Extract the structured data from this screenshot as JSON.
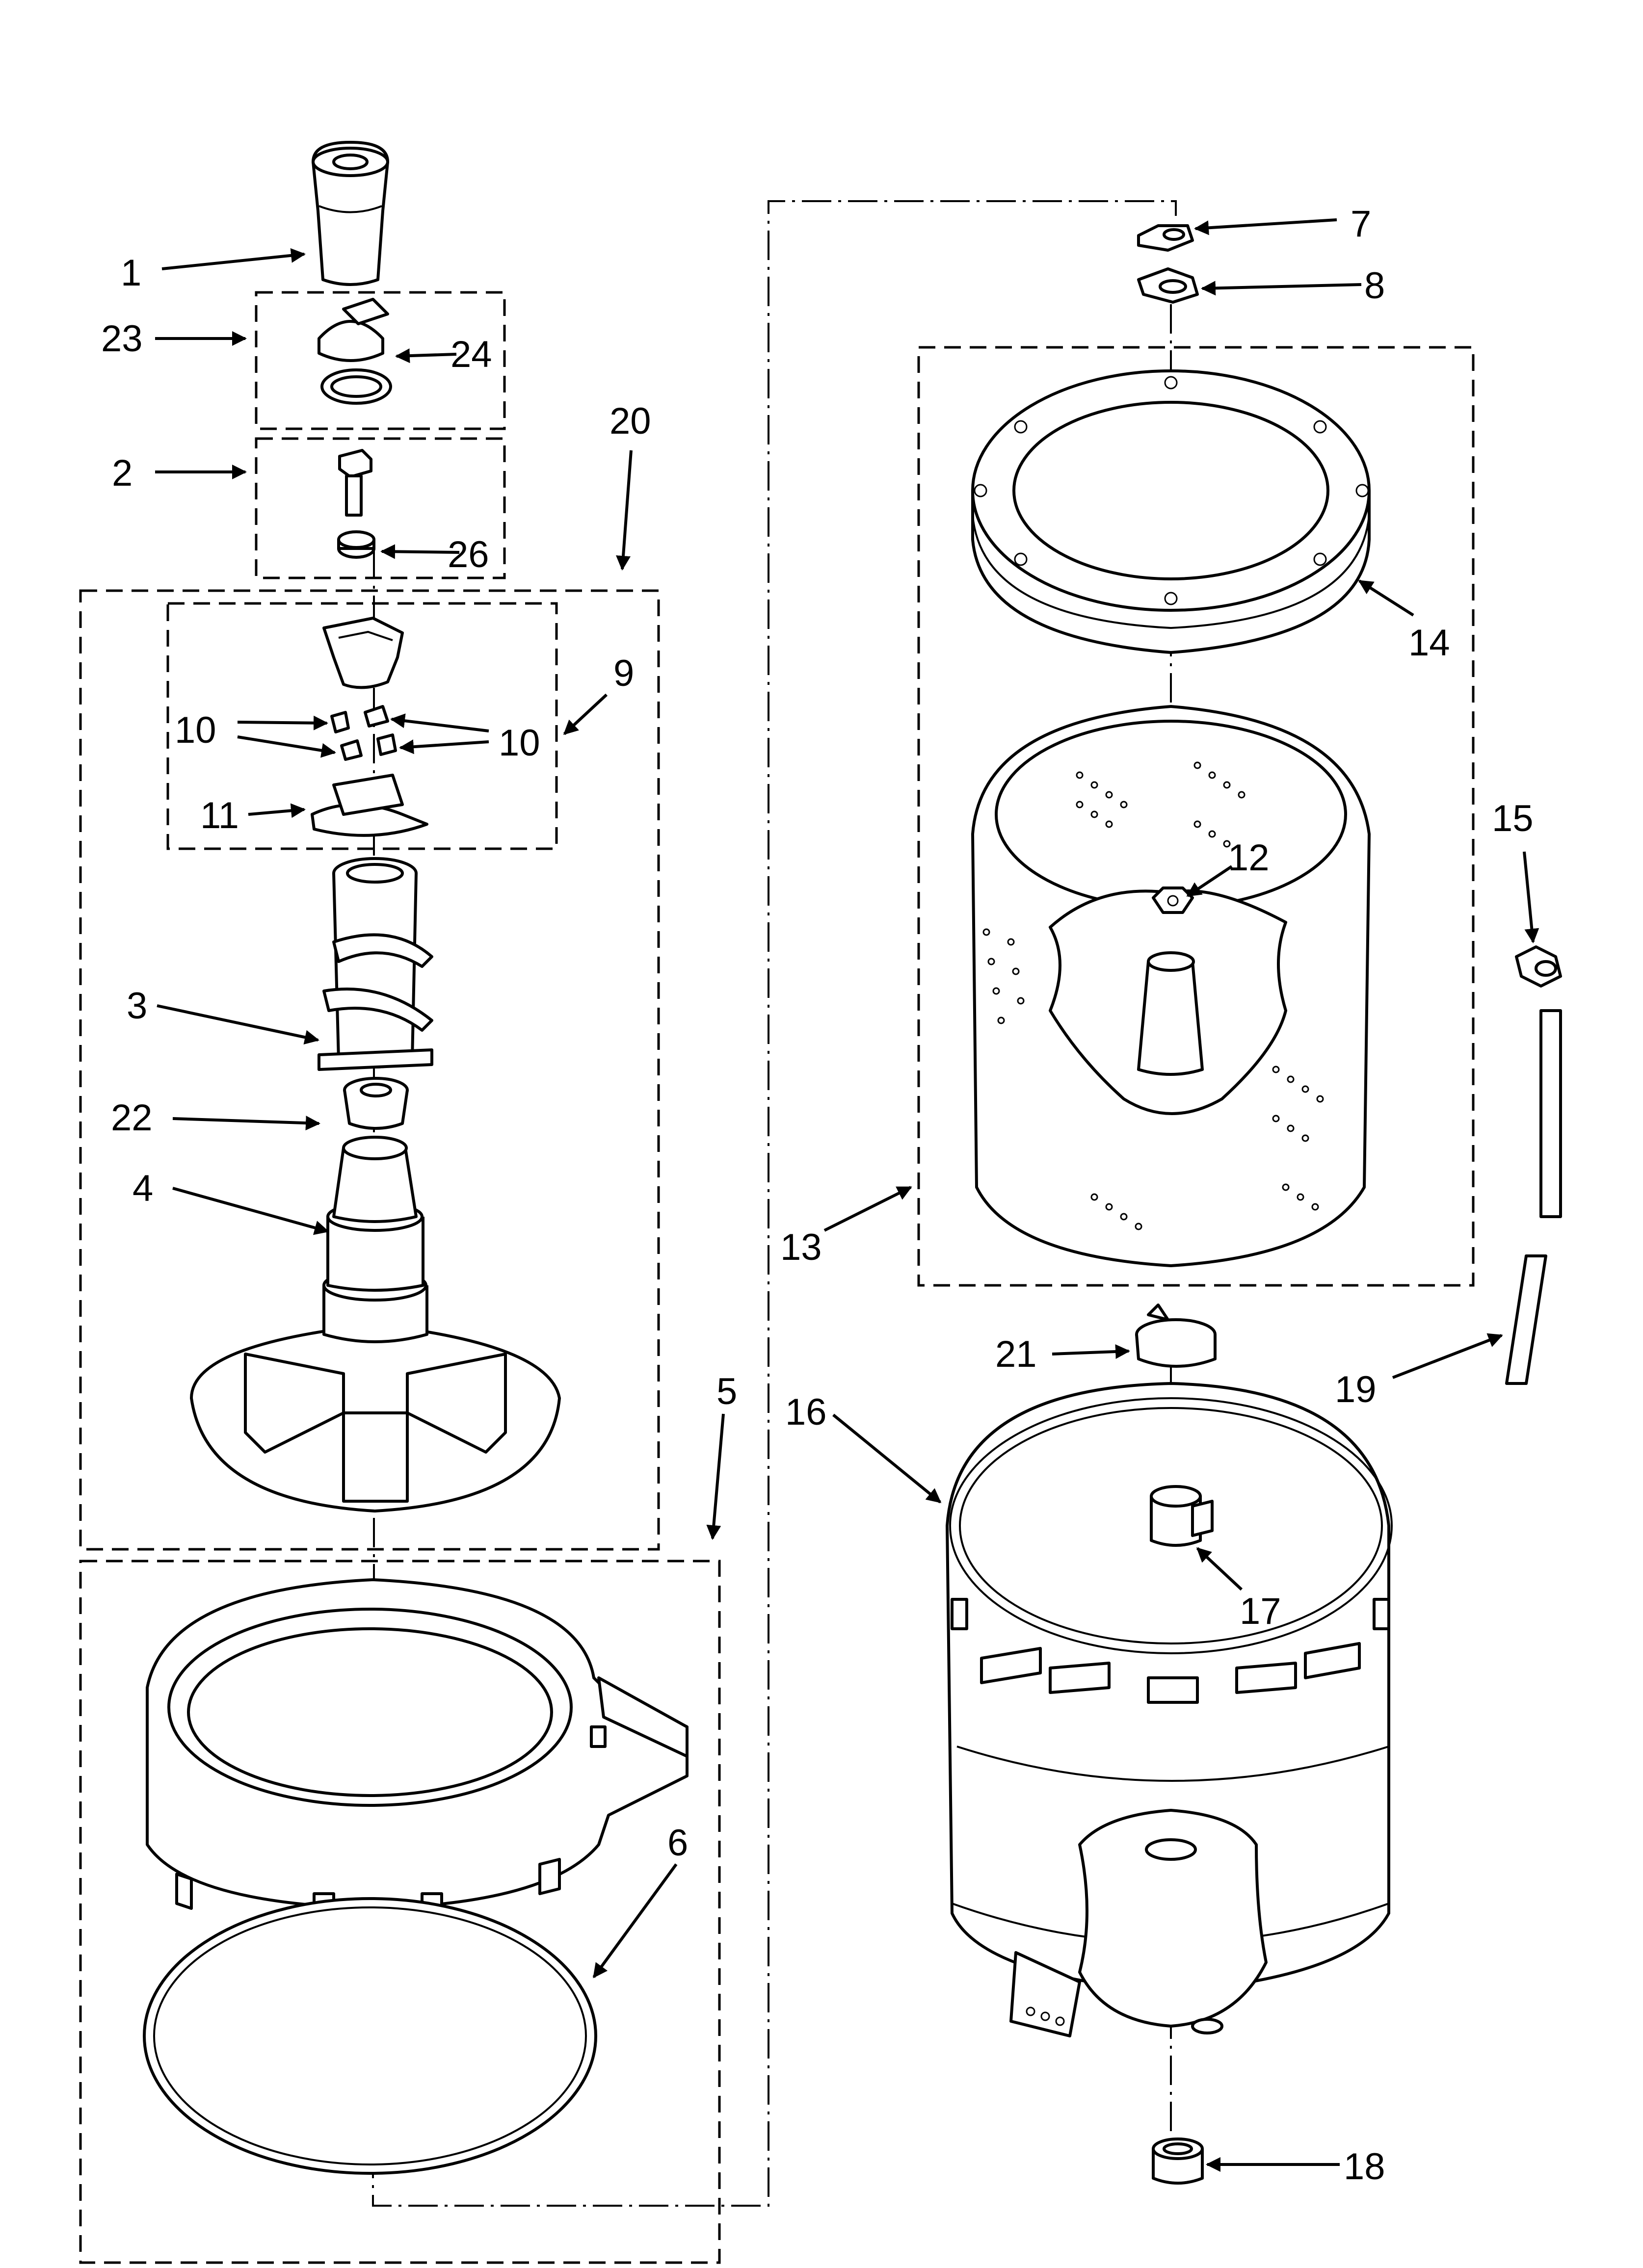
{
  "callouts": [
    {
      "id": "c1",
      "text": "1"
    },
    {
      "id": "c2",
      "text": "2"
    },
    {
      "id": "c3",
      "text": "3"
    },
    {
      "id": "c4",
      "text": "4"
    },
    {
      "id": "c5",
      "text": "5"
    },
    {
      "id": "c6",
      "text": "6"
    },
    {
      "id": "c7",
      "text": "7"
    },
    {
      "id": "c8",
      "text": "8"
    },
    {
      "id": "c9",
      "text": "9"
    },
    {
      "id": "c10a",
      "text": "10"
    },
    {
      "id": "c10b",
      "text": "10"
    },
    {
      "id": "c11",
      "text": "11"
    },
    {
      "id": "c12",
      "text": "12"
    },
    {
      "id": "c13",
      "text": "13"
    },
    {
      "id": "c14",
      "text": "14"
    },
    {
      "id": "c15",
      "text": "15"
    },
    {
      "id": "c16",
      "text": "16"
    },
    {
      "id": "c17",
      "text": "17"
    },
    {
      "id": "c18",
      "text": "18"
    },
    {
      "id": "c19",
      "text": "19"
    },
    {
      "id": "c20",
      "text": "20"
    },
    {
      "id": "c21",
      "text": "21"
    },
    {
      "id": "c22",
      "text": "22"
    },
    {
      "id": "c23",
      "text": "23"
    },
    {
      "id": "c24",
      "text": "24"
    },
    {
      "id": "c26",
      "text": "26"
    }
  ],
  "colors": {
    "ink": "#000000",
    "paper": "#ffffff"
  }
}
